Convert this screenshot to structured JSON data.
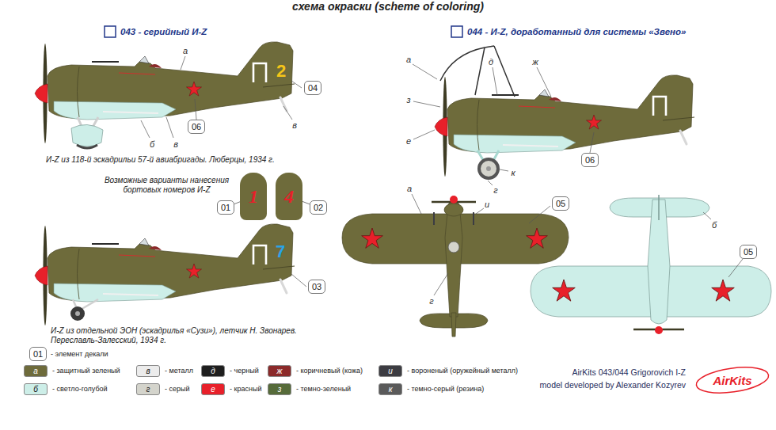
{
  "diagram": {
    "title": "схема окраски (scheme of coloring)",
    "nodes": [
      {
        "text": [
          "04"
        ]
      },
      {
        "text": [
          "06"
        ]
      },
      {
        "text": [
          "06"
        ]
      },
      {
        "text": [
          "01"
        ]
      },
      {
        "text": [
          "1"
        ]
      },
      {
        "text": [
          "4"
        ]
      },
      {
        "text": [
          "02"
        ]
      },
      {
        "text": [
          "03"
        ]
      },
      {
        "text": [
          "05"
        ]
      },
      {
        "text": [
          "05"
        ]
      },
      {
        "text": [
          "01"
        ]
      }
    ],
    "edges": [
      {
        "from": 3,
        "to": 4,
        "arrow": "none"
      },
      {
        "from": 6,
        "to": 5,
        "arrow": "none"
      }
    ],
    "labels": [
      "043 - серийный И-Z",
      "044 - И-Z, доработанный для системы «Звено»",
      "а",
      "б",
      "в",
      "в",
      "2",
      "И-Z из 118-й эскадрильи 57-й авиабригады. Люберцы, 1934 г.",
      "Возможные варианты нанесения бортовых номеров И-Z",
      "7",
      "И-Z из отдельной ЭОН (эскадрилья «Сузи»), летчик Н. Звонарев. Переславль-Залесский, 1934 г.",
      "а",
      "д",
      "ж",
      "з",
      "е",
      "к",
      "г",
      "а",
      "и",
      "г",
      "б",
      "- элемент декали",
      "а",
      "в",
      "д",
      "ж",
      "и",
      "б",
      "г",
      "е",
      "з",
      "к",
      "AirKits 043/044 Grigorovich I-Z",
      "model developed by Alexander Kozyrev",
      "AirKits"
    ],
    "legend": [
      {
        "text": "- защитный зеленый",
        "color": "#6e6b3b"
      },
      {
        "text": "- металл",
        "color": "#ececec"
      },
      {
        "text": "- черный",
        "color": "#1e1e1e"
      },
      {
        "text": "- коричневый (кожа)",
        "color": "#8b2a2a"
      },
      {
        "text": "- вороненый (оружейный металл)",
        "color": "#3c3c42"
      },
      {
        "text": "- светло-голубой",
        "color": "#cdeee8"
      },
      {
        "text": "- серый",
        "color": "#d4d4cc"
      },
      {
        "text": "- красный",
        "color": "#e8202a"
      },
      {
        "text": "- темно-зеленый",
        "color": "#566b3a"
      },
      {
        "text": "- темно-серый (резина)",
        "color": "#5a5a5a"
      }
    ]
  }
}
